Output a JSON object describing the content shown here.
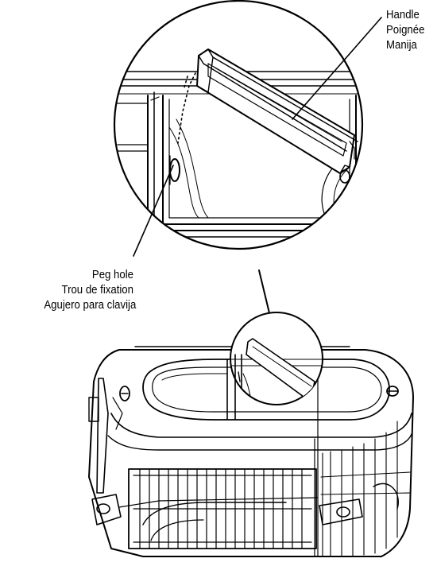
{
  "callouts": {
    "handle": {
      "en": "Handle",
      "fr": "Poignée",
      "es": "Manija"
    },
    "peg_hole": {
      "en": "Peg hole",
      "fr": "Trou de fixation",
      "es": "Agujero para clavija"
    }
  },
  "colors": {
    "line": "#000000",
    "background": "#ffffff"
  },
  "figure": {
    "subject": "pet carrier top with detail callout of folding carry handle",
    "views": [
      "magnified-detail-circle",
      "carrier-overview"
    ]
  }
}
